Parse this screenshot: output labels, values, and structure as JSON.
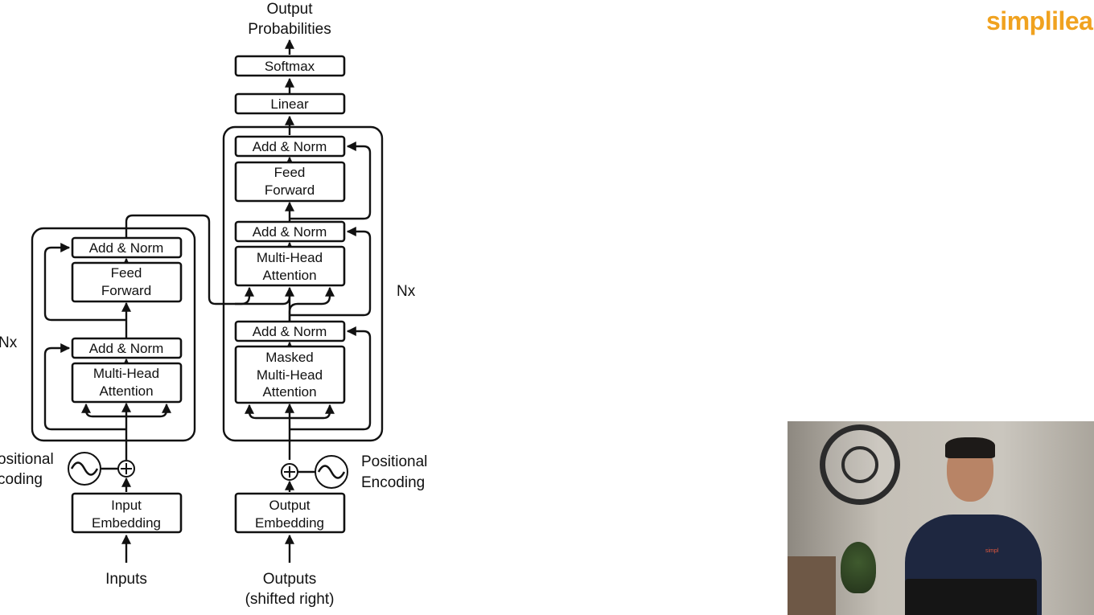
{
  "brand": {
    "logo_text": "simplilea"
  },
  "diagram": {
    "output_probabilities": [
      "Output",
      "Probabilities"
    ],
    "softmax": "Softmax",
    "linear": "Linear",
    "encoder": {
      "add_norm_top": "Add & Norm",
      "feed_forward": [
        "Feed",
        "Forward"
      ],
      "add_norm_bottom": "Add & Norm",
      "multi_head_attention": [
        "Multi-Head",
        "Attention"
      ],
      "repeat_label": "Nx",
      "positional_encoding": [
        "ositional",
        "coding"
      ],
      "input_embedding": [
        "Input",
        "Embedding"
      ],
      "inputs": "Inputs"
    },
    "decoder": {
      "add_norm_top": "Add & Norm",
      "feed_forward": [
        "Feed",
        "Forward"
      ],
      "add_norm_middle": "Add & Norm",
      "multi_head_attention": [
        "Multi-Head",
        "Attention"
      ],
      "add_norm_bottom": "Add & Norm",
      "masked_multi_head_attention": [
        "Masked",
        "Multi-Head",
        "Attention"
      ],
      "repeat_label": "Nx",
      "positional_encoding": [
        "Positional",
        "Encoding"
      ],
      "output_embedding": [
        "Output",
        "Embedding"
      ],
      "outputs": [
        "Outputs",
        "(shifted right)"
      ]
    }
  },
  "presenter_video": {
    "overlay_text": "simpl"
  }
}
